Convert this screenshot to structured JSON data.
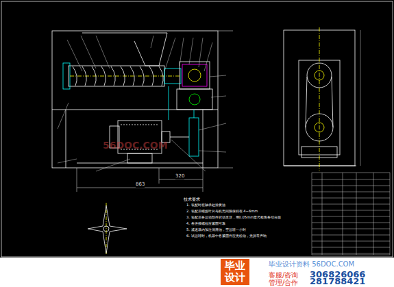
{
  "diagram": {
    "labels": [
      "863",
      "320",
      "技术要求",
      "1. 装配时在轴承处涂黄油",
      "2. 装配后螺旋叶片与机壳间隙保持在 4~6mm",
      "3. 装配后各运动部件转动灵活，用0.05mm塞尺检查各结合面",
      "4. 各连接螺栓应紧固可靠",
      "5. 减速器内加注润滑油，空运转一小时",
      "6. 试运转时，机器中各紧固件应无松动，无异常声响",
      "毕业设计",
      "毕业设计资料 56DOC.COM",
      "客服/咨询",
      "306826066",
      "管理/合作",
      "281788421",
      "56DOC.COM"
    ]
  }
}
